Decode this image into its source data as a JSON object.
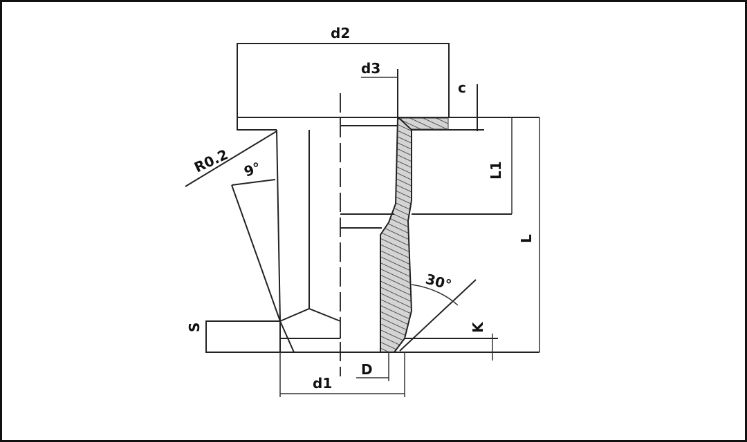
{
  "diagram": {
    "labels": {
      "d2": "d2",
      "d3": "d3",
      "c": "c",
      "radius": "R0.2",
      "angle_small": "9°",
      "L1": "L1",
      "L": "L",
      "angle_30": "30°",
      "K": "K",
      "S": "S",
      "d1": "d1",
      "D": "D"
    },
    "colors": {
      "line": "#222222",
      "hatch": "#c8c8c8"
    }
  }
}
